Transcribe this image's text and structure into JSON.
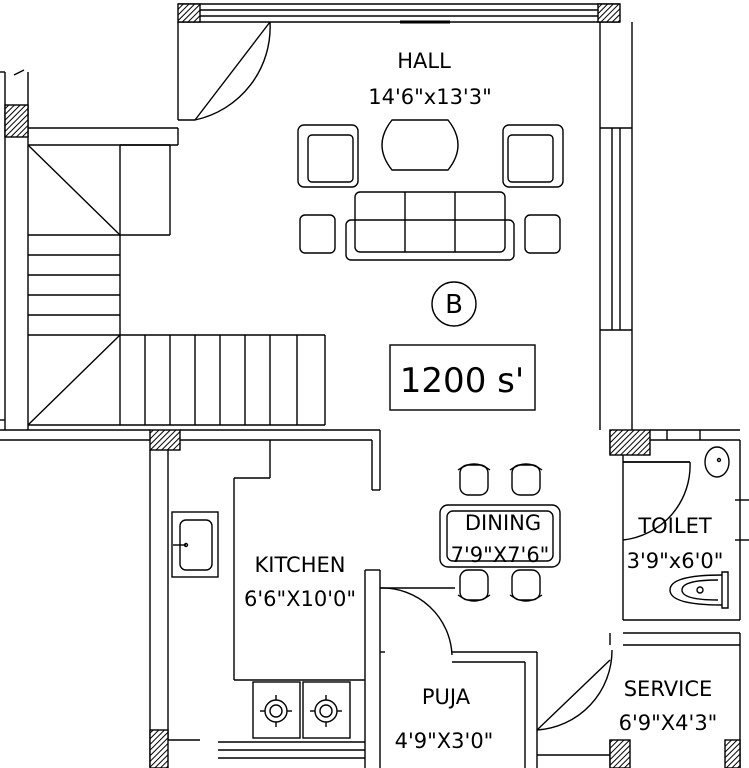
{
  "plan": {
    "block_letter": "B",
    "area": "1200 s'",
    "rooms": {
      "hall": {
        "name": "HALL",
        "size": "14'6\"x13'3\""
      },
      "dining": {
        "name": "DINING",
        "size": "7'9\"X7'6\""
      },
      "kitchen": {
        "name": "KITCHEN",
        "size": "6'6\"X10'0\""
      },
      "toilet": {
        "name": "TOILET",
        "size": "3'9\"x6'0\""
      },
      "puja": {
        "name": "PUJA",
        "size": "4'9\"X3'0\""
      },
      "service": {
        "name": "SERVICE",
        "size": "6'9\"X4'3\""
      }
    }
  }
}
